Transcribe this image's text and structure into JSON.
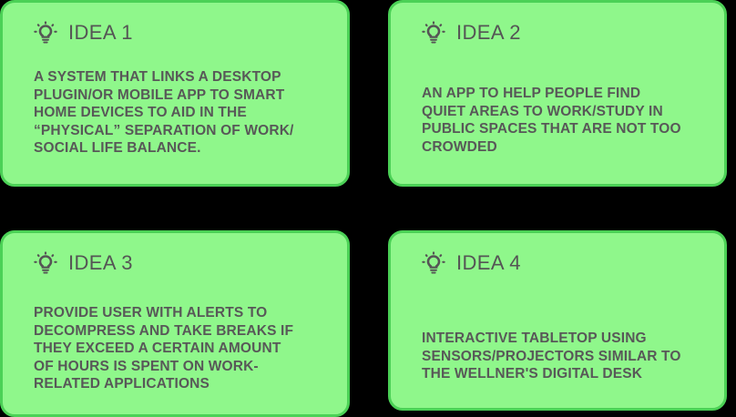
{
  "board": {
    "background_color": "#000000",
    "card_fill_color": "#8FF78B",
    "card_border_color": "#4BD156",
    "text_color": "#585858"
  },
  "cards": [
    {
      "icon": "lightbulb-icon",
      "title": "IDEA 1",
      "body": "A SYSTEM THAT LINKS A DESKTOP\nPLUGIN/OR MOBILE APP TO SMART\nHOME DEVICES TO AID IN THE\n“PHYSICAL” SEPARATION OF WORK/\nSOCIAL LIFE BALANCE."
    },
    {
      "icon": "lightbulb-icon",
      "title": "IDEA 2",
      "body": "AN APP TO HELP PEOPLE FIND\nQUIET AREAS TO WORK/STUDY IN\nPUBLIC SPACES THAT ARE NOT TOO\nCROWDED"
    },
    {
      "icon": "lightbulb-icon",
      "title": "IDEA 3",
      "body": "PROVIDE USER WITH ALERTS TO\nDECOMPRESS AND TAKE BREAKS IF\nTHEY EXCEED A CERTAIN AMOUNT\nOF HOURS IS SPENT ON WORK-\nRELATED APPLICATIONS"
    },
    {
      "icon": "lightbulb-icon",
      "title": "IDEA 4",
      "body": "INTERACTIVE TABLETOP USING\nSENSORS/PROJECTORS SIMILAR TO\nTHE WELLNER'S DIGITAL DESK"
    }
  ]
}
